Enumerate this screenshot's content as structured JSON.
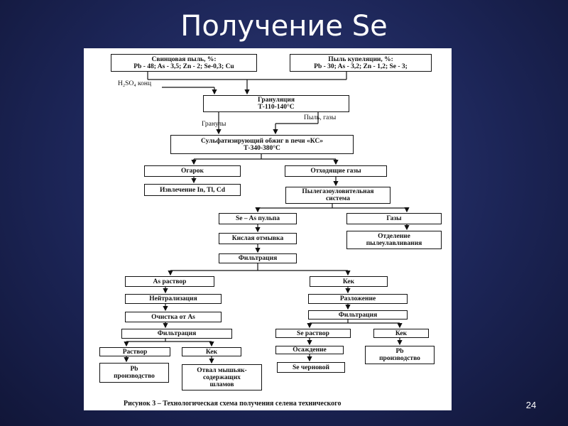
{
  "slide": {
    "title": "Получение Se",
    "number": "24"
  },
  "diagram": {
    "inputs": {
      "lead_dust": "Свинцовая пыль, %:\nPb - 48; As - 3,5; Zn - 2; Se-0,3; Cu",
      "cupel_dust": "Пыль купеляции, %:\nPb - 30; As - 3,2; Zn - 1,2; Se - 3;",
      "acid": "H₂SO₄ конц"
    },
    "granulation": "Грануляция\nТ-110-140°С",
    "granules_label": "Гранулы",
    "dust_gases_label": "Пыль, газы",
    "roasting": "Сульфатизирующий обжиг в печи «КС»\nТ-340-380°С",
    "cinder": "Огарок",
    "extraction": "Извлечение In, Tl, Cd",
    "off_gases": "Отходящие газы",
    "dust_gas_system": "Пылегазоуловительная\nсистема",
    "se_as_pulp": "Se – As пульпа",
    "gases": "Газы",
    "dust_dept": "Отделение\nпылеулавливания",
    "acid_wash": "Кислая отмывка",
    "filtration_main": "Фильтрация",
    "as_solution": "As раствор",
    "neutralization": "Нейтрализация",
    "as_purification": "Очистка от As",
    "filtration_left": "Фильтрация",
    "solution_left": "Раствор",
    "cake_left": "Кек",
    "pb_prod_left": "Pb\nпроизводство",
    "dump": "Отвал мышьяк-\nсодержащих\nшламов",
    "cake_right": "Кек",
    "decomposition": "Разложение",
    "filtration_right": "Фильтрация",
    "se_solution": "Se раствор",
    "cake_right2": "Кек",
    "precipitation": "Осаждение",
    "crude_se": "Se черновой",
    "pb_prod_right": "Pb\nпроизводство",
    "caption": "Рисунок 3 – Технологическая схема получения селена технического"
  }
}
